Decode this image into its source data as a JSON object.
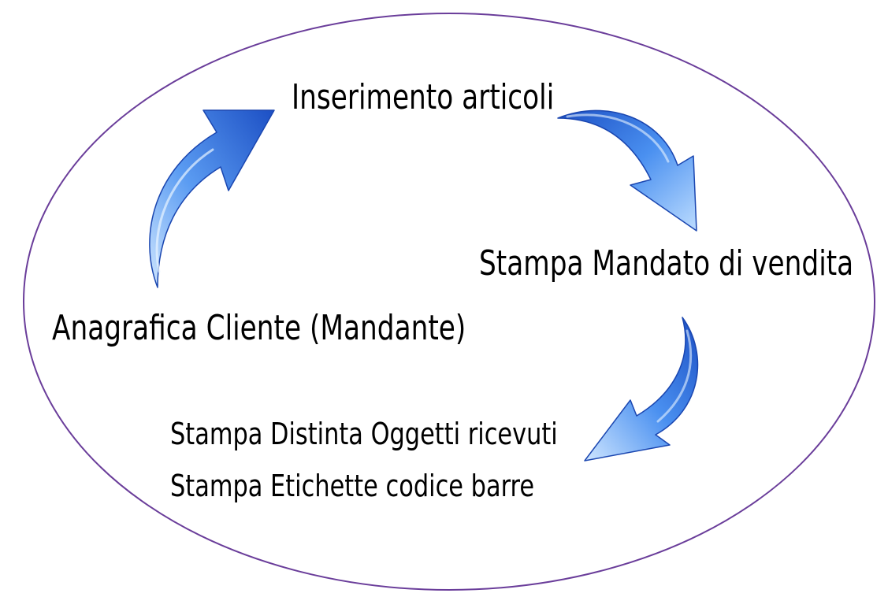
{
  "diagram": {
    "steps": [
      {
        "id": "step-anagrafica",
        "label": "Anagrafica Cliente (Mandante)"
      },
      {
        "id": "step-inserimento",
        "label": "Inserimento articoli"
      },
      {
        "id": "step-mandato",
        "label": "Stampa Mandato di vendita"
      },
      {
        "id": "step-distinta",
        "label": "Stampa Distinta Oggetti ricevuti"
      },
      {
        "id": "step-etichette",
        "label": "Stampa Etichette codice barre"
      }
    ]
  },
  "colors": {
    "ellipse_stroke": "#6a3d9a",
    "arrow_light": "#9fd0ff",
    "arrow_mid": "#4a90f0",
    "arrow_dark": "#1c4fc4"
  }
}
